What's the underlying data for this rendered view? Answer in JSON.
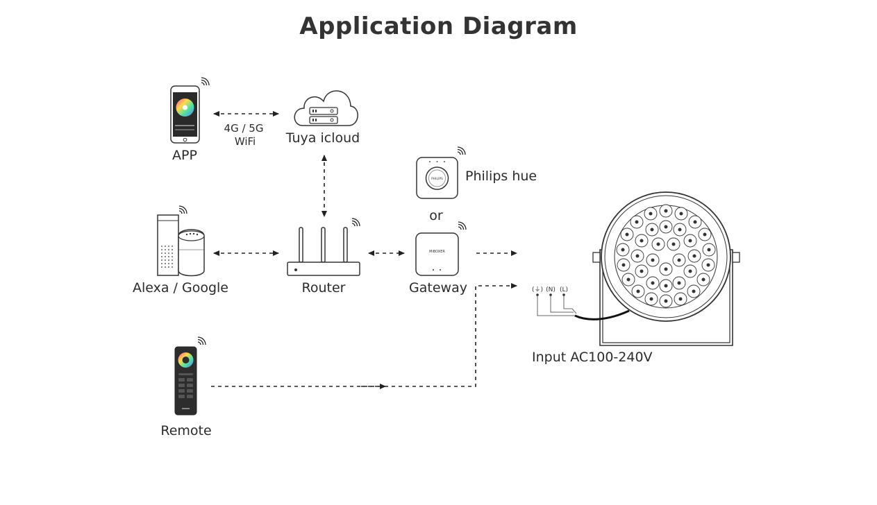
{
  "title": "Application Diagram",
  "nodes": {
    "app": "APP",
    "network": [
      "4G / 5G",
      "WiFi"
    ],
    "cloud": "Tuya icloud",
    "bridge": "Philips hue",
    "or": "or",
    "voice": "Alexa / Google",
    "router": "Router",
    "gateway": "Gateway",
    "remote": "Remote",
    "input": "Input AC100-240V"
  },
  "terminals": [
    "(⏚)",
    "(N)",
    "(L)"
  ],
  "device_marks": {
    "hue_bridge": "PHILIPS",
    "gateway": "MiBOXER"
  }
}
